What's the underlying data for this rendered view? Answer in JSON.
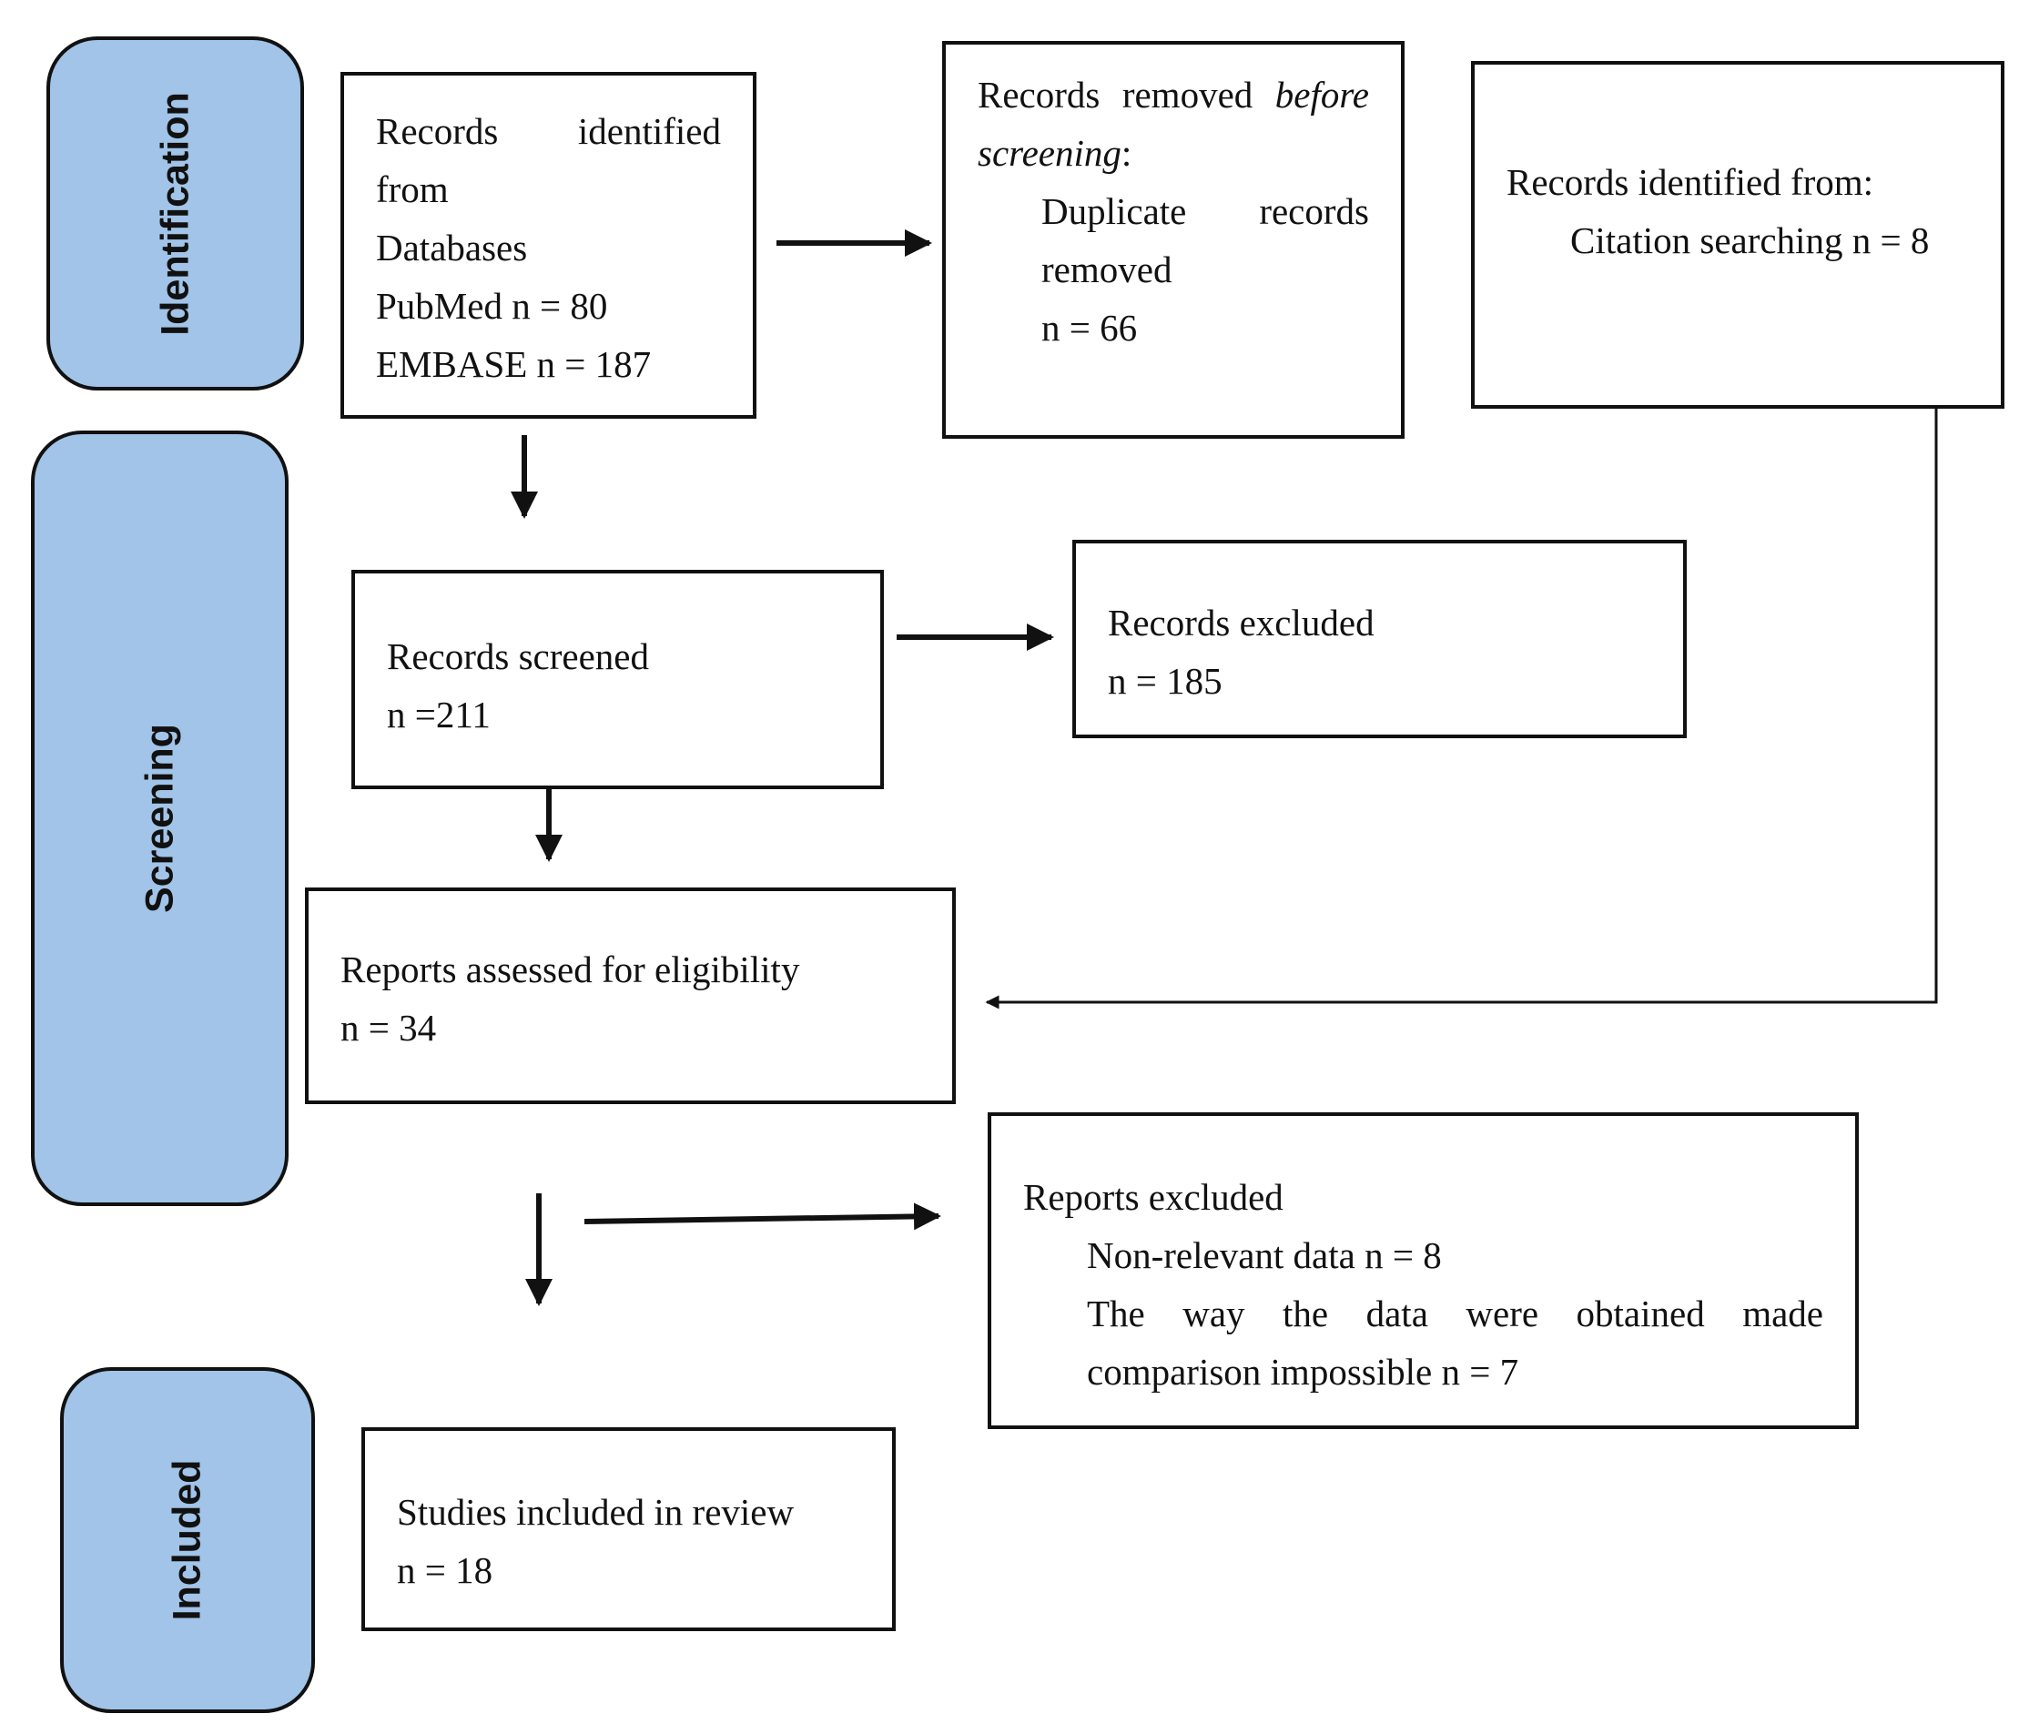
{
  "phases": {
    "identification": "Identification",
    "screening": "Screening",
    "included": "Included"
  },
  "boxes": {
    "databases": {
      "line1": "Records identified from",
      "line2": "Databases",
      "line3": "PubMed n = 80",
      "line4": "EMBASE n = 187"
    },
    "removed": {
      "line1_pre": "Records removed ",
      "line1_em": "before",
      "line2_em": "screening",
      "line2_post": ":",
      "line3": "Duplicate records removed",
      "line4": "n = 66"
    },
    "citation": {
      "line1": "Records identified from:",
      "line2": "Citation searching n = 8"
    },
    "screened": {
      "line1": "Records screened",
      "line2": "n =211"
    },
    "excluded": {
      "line1": "Records excluded",
      "line2": "n = 185"
    },
    "assessed": {
      "line1": "Reports assessed for eligibility",
      "line2": "n = 34"
    },
    "reports_excluded": {
      "line1": "Reports excluded",
      "line2": "Non-relevant data n = 8",
      "line3": "The way the data were obtained made comparison impossible n = 7"
    },
    "included": {
      "line1": "Studies included in review",
      "line2": "n = 18"
    }
  },
  "colors": {
    "phase_fill": "#a1c4e8",
    "stroke": "#111111"
  }
}
